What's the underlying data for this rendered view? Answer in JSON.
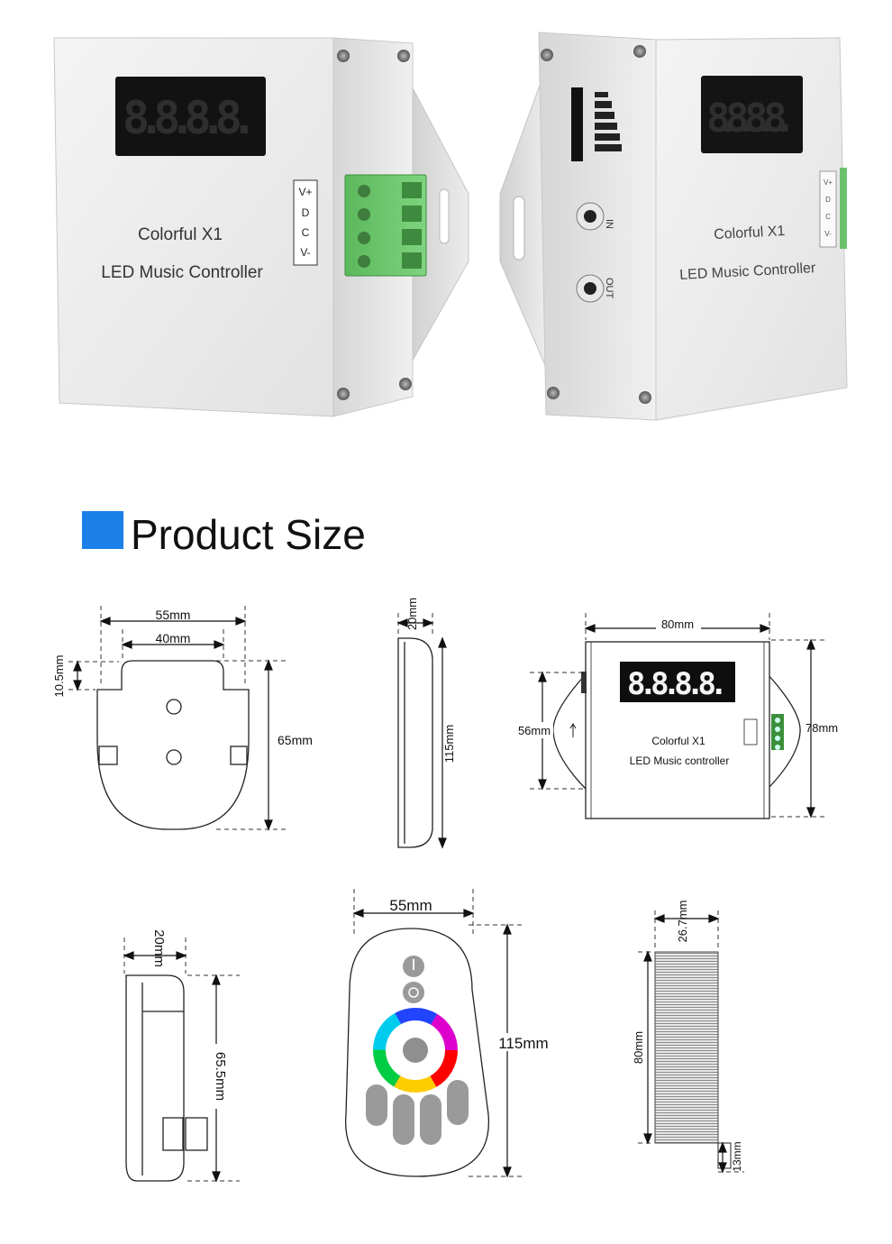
{
  "product": {
    "brand_line": "Colorful X1",
    "name_line": "LED Music Controller",
    "display_digits": "8.8.8.8.",
    "terminal_labels": [
      "V+",
      "D",
      "C",
      "V-"
    ],
    "jack_in_label": "IN",
    "jack_out_label": "OUT"
  },
  "section": {
    "title": "Product Size",
    "marker_color": "#1a7fe8"
  },
  "diagrams": {
    "wall_mount": {
      "width_outer": "55mm",
      "width_inner": "40mm",
      "notch": "10.5mm",
      "height": "65mm"
    },
    "mount_side": {
      "depth": "20mm",
      "height": "115mm"
    },
    "controller_front": {
      "width": "80mm",
      "height_total": "78mm",
      "height_bracket": "56mm",
      "brand_line": "Colorful   X1",
      "name_line": "LED  Music  controller",
      "digits": "8.8.8.8."
    },
    "holder_side": {
      "depth": "20mm",
      "height": "65.5mm"
    },
    "remote": {
      "width": "55mm",
      "height": "115mm"
    },
    "controller_side": {
      "depth": "26.7mm",
      "height": "80mm",
      "foot": "13mm"
    }
  }
}
